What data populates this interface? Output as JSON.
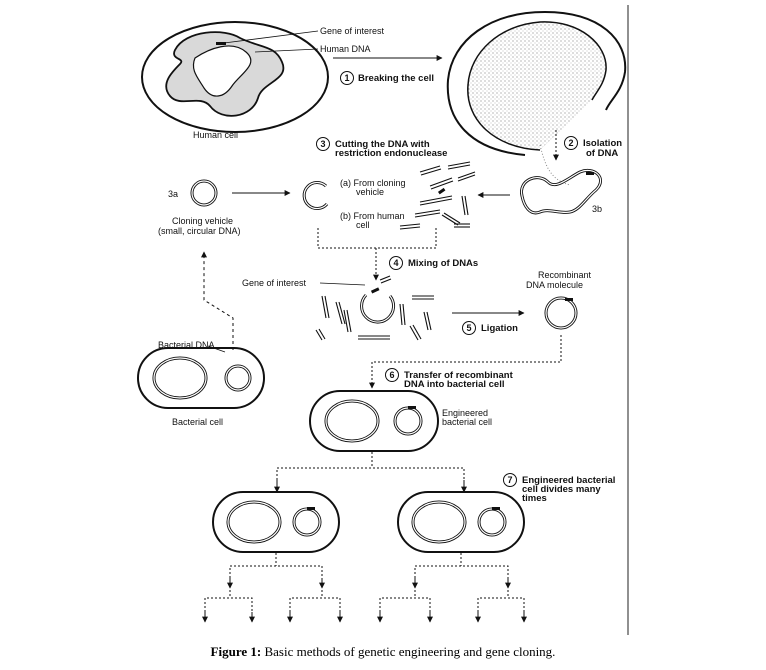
{
  "labels": {
    "gene_of_interest_top": "Gene of interest",
    "human_dna": "Human DNA",
    "human_cell": "Human cell",
    "label_3a": "3a",
    "label_3b": "3b",
    "cloning_vehicle_1": "Cloning vehicle",
    "cloning_vehicle_2": "(small, circular DNA)",
    "from_cloning_1": "(a) From cloning",
    "from_cloning_2": "vehicle",
    "from_human_1": "(b) From human",
    "from_human_2": "cell",
    "gene_of_interest_mid": "Gene of interest",
    "recombinant_1": "Recombinant",
    "recombinant_2": "DNA molecule",
    "bacterial_dna": "Bacterial DNA",
    "bacterial_cell": "Bacterial cell",
    "engineered_1": "Engineered",
    "engineered_2": "bacterial cell"
  },
  "steps": [
    {
      "num": "1",
      "line1": "Breaking the cell",
      "line2": ""
    },
    {
      "num": "2",
      "line1": "Isolation",
      "line2": "of DNA"
    },
    {
      "num": "3",
      "line1": "Cutting the DNA with",
      "line2": "restriction endonuclease"
    },
    {
      "num": "4",
      "line1": "Mixing of DNAs",
      "line2": ""
    },
    {
      "num": "5",
      "line1": "Ligation",
      "line2": ""
    },
    {
      "num": "6",
      "line1": "Transfer of recombinant",
      "line2": "DNA into bacterial cell"
    },
    {
      "num": "7",
      "line1": "Engineered bacterial",
      "line2": "cell divides many",
      "line3": "times"
    }
  ],
  "caption": {
    "prefix": "Figure 1:",
    "text": " Basic methods of genetic engineering and gene cloning."
  }
}
